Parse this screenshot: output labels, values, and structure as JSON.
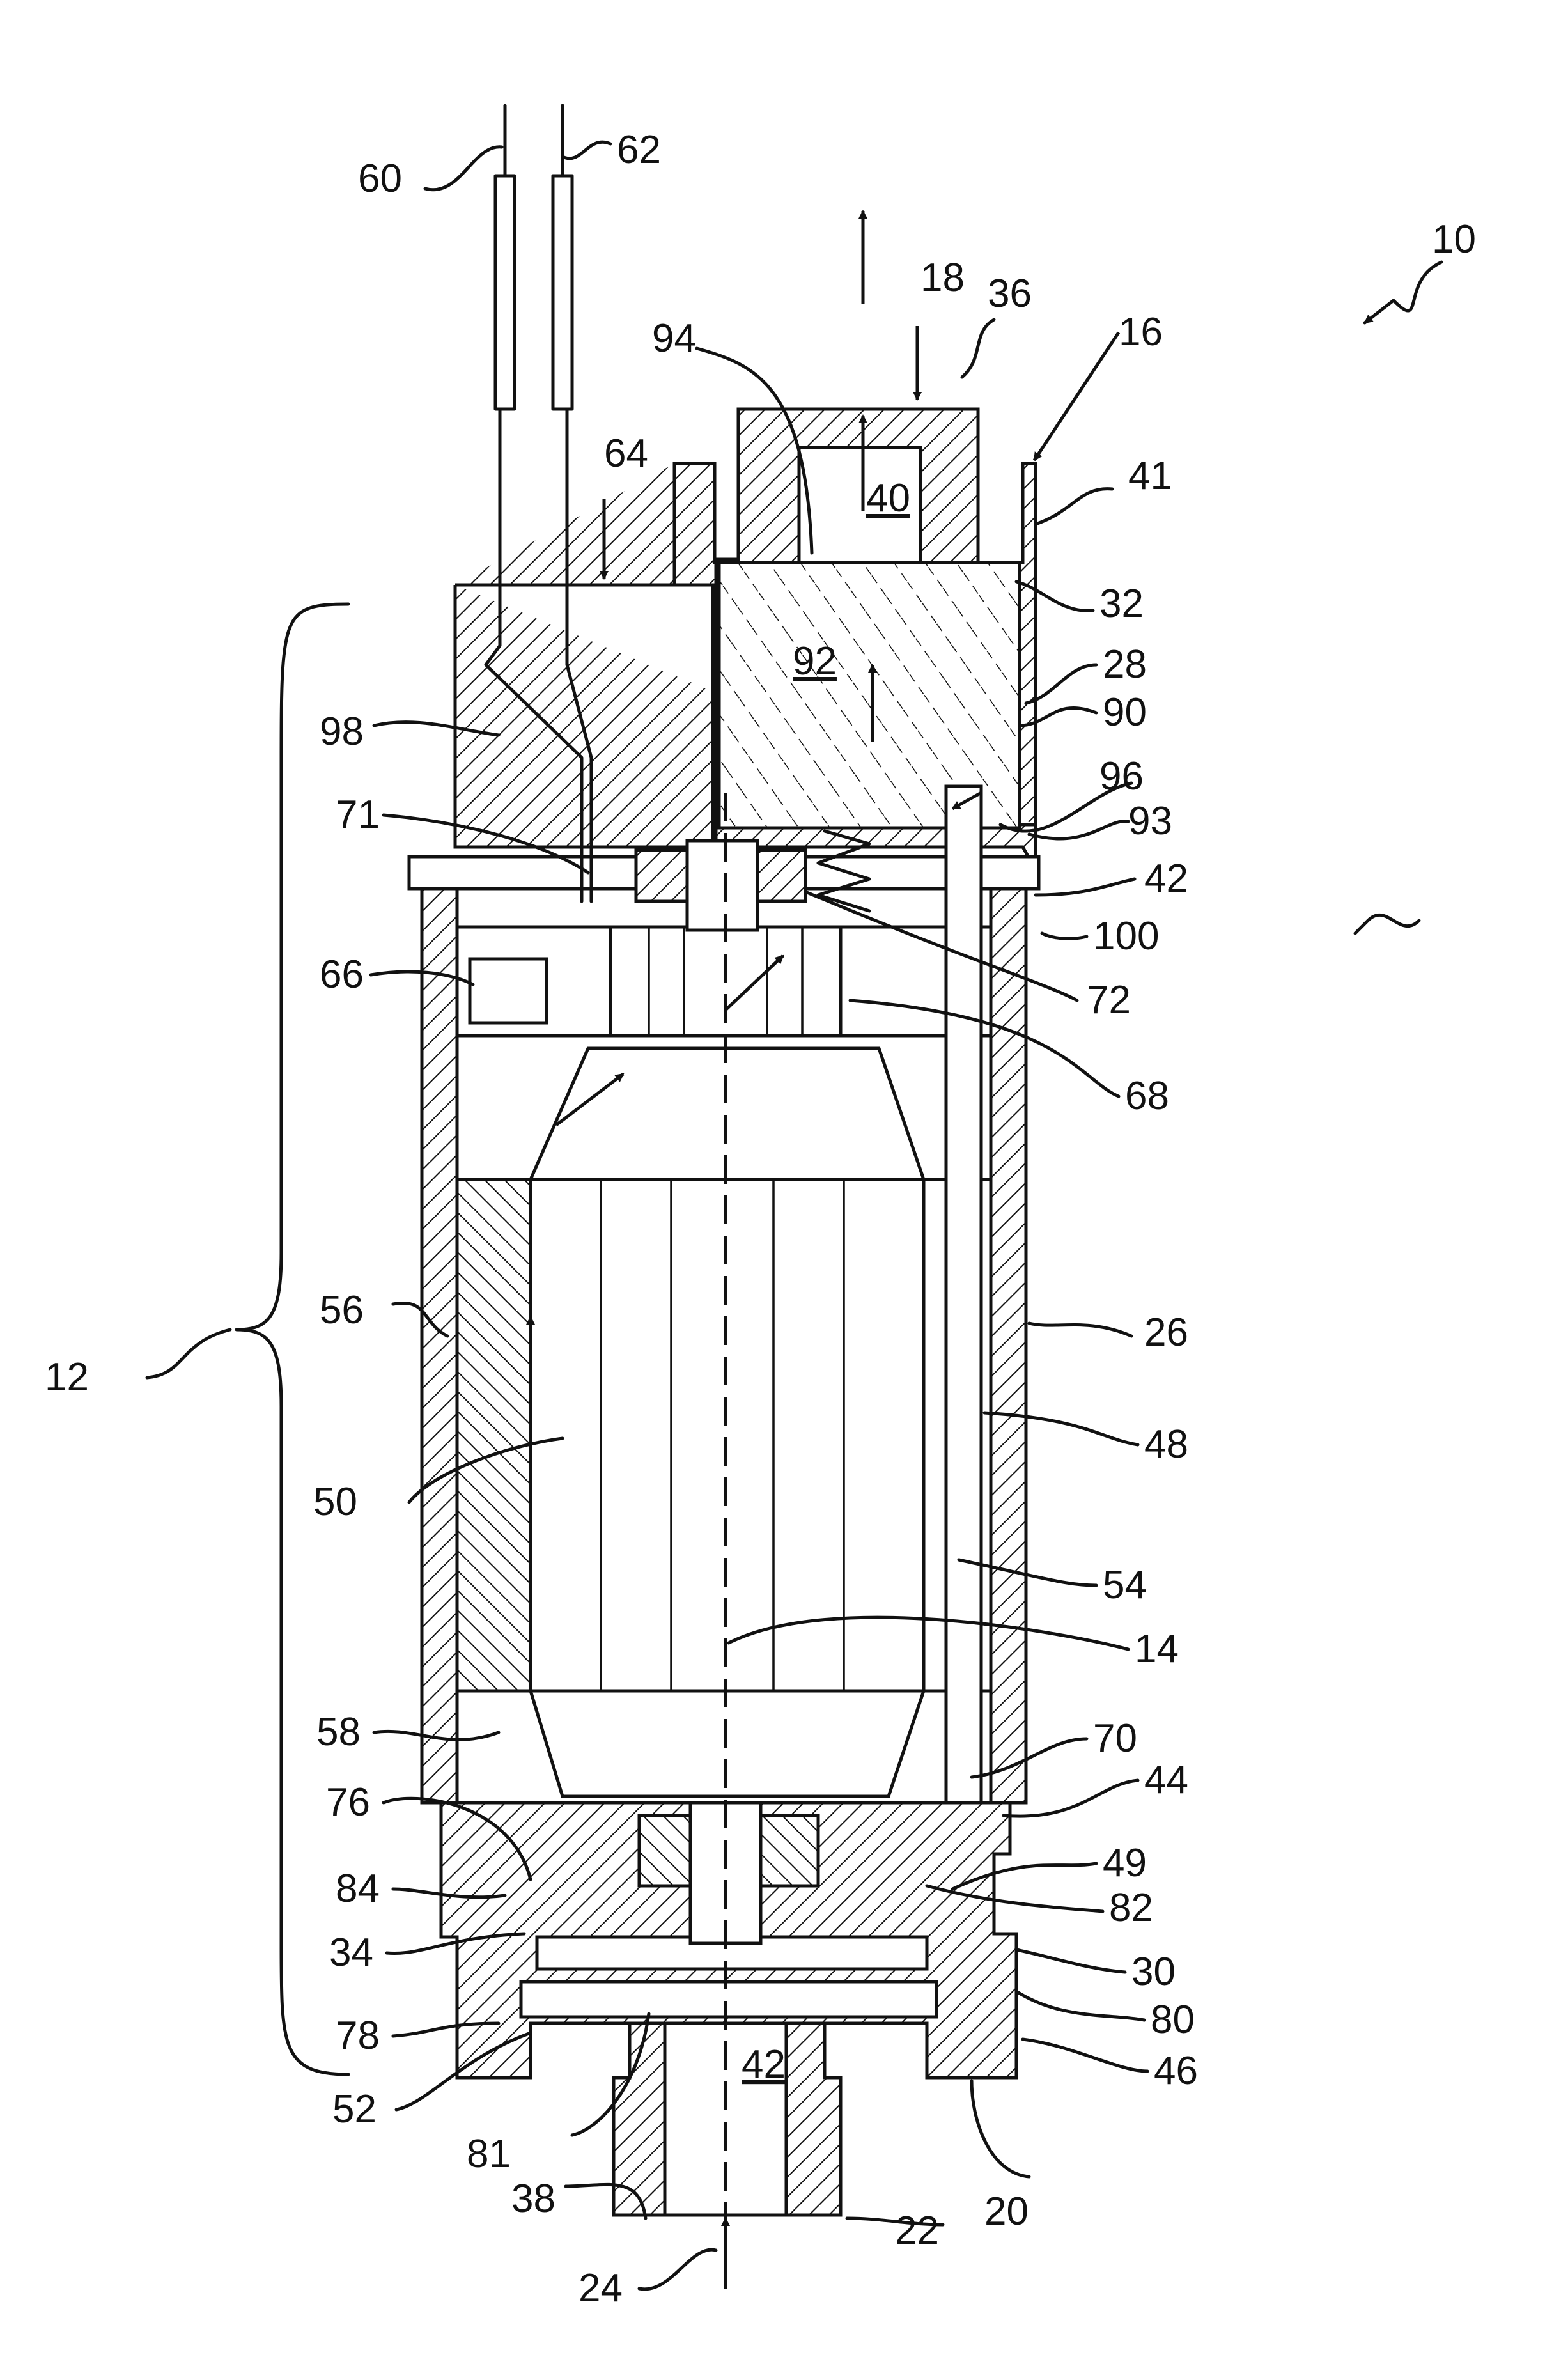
{
  "figure": {
    "labels": [
      {
        "id": "10",
        "text": "10"
      },
      {
        "id": "60",
        "text": "60"
      },
      {
        "id": "62",
        "text": "62"
      },
      {
        "id": "18",
        "text": "18"
      },
      {
        "id": "36",
        "text": "36"
      },
      {
        "id": "16",
        "text": "16"
      },
      {
        "id": "94",
        "text": "94"
      },
      {
        "id": "64",
        "text": "64"
      },
      {
        "id": "40",
        "text": "40"
      },
      {
        "id": "41",
        "text": "41"
      },
      {
        "id": "32",
        "text": "32"
      },
      {
        "id": "92",
        "text": "92"
      },
      {
        "id": "28",
        "text": "28"
      },
      {
        "id": "90",
        "text": "90"
      },
      {
        "id": "98",
        "text": "98"
      },
      {
        "id": "96",
        "text": "96"
      },
      {
        "id": "71",
        "text": "71"
      },
      {
        "id": "93",
        "text": "93"
      },
      {
        "id": "42a",
        "text": "42"
      },
      {
        "id": "100",
        "text": "100"
      },
      {
        "id": "66",
        "text": "66"
      },
      {
        "id": "72",
        "text": "72"
      },
      {
        "id": "68",
        "text": "68"
      },
      {
        "id": "56",
        "text": "56"
      },
      {
        "id": "26",
        "text": "26"
      },
      {
        "id": "12",
        "text": "12"
      },
      {
        "id": "48",
        "text": "48"
      },
      {
        "id": "50",
        "text": "50"
      },
      {
        "id": "54",
        "text": "54"
      },
      {
        "id": "14",
        "text": "14"
      },
      {
        "id": "58",
        "text": "58"
      },
      {
        "id": "70",
        "text": "70"
      },
      {
        "id": "76",
        "text": "76"
      },
      {
        "id": "44",
        "text": "44"
      },
      {
        "id": "49",
        "text": "49"
      },
      {
        "id": "84",
        "text": "84"
      },
      {
        "id": "82",
        "text": "82"
      },
      {
        "id": "34",
        "text": "34"
      },
      {
        "id": "30",
        "text": "30"
      },
      {
        "id": "80",
        "text": "80"
      },
      {
        "id": "78",
        "text": "78"
      },
      {
        "id": "42b",
        "text": "42"
      },
      {
        "id": "46",
        "text": "46"
      },
      {
        "id": "52",
        "text": "52"
      },
      {
        "id": "81",
        "text": "81"
      },
      {
        "id": "20",
        "text": "20"
      },
      {
        "id": "38",
        "text": "38"
      },
      {
        "id": "22",
        "text": "22"
      },
      {
        "id": "24",
        "text": "24"
      }
    ]
  }
}
